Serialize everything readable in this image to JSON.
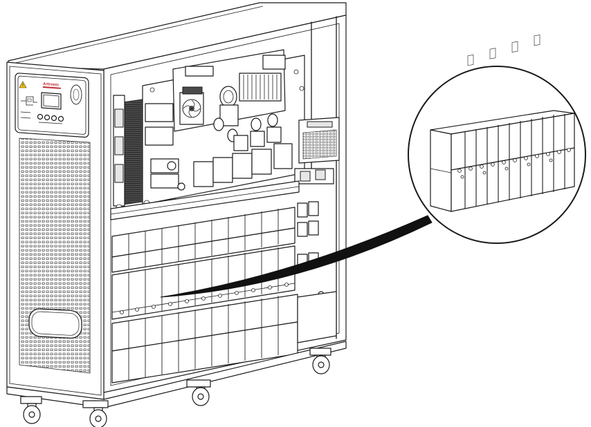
{
  "figure": {
    "brand_logo_text": "Artronic",
    "colors": {
      "line": "#1a1a1a",
      "background": "#ffffff",
      "logo_red": "#c0282d",
      "heatsink": "#4a4a4a",
      "panel_fill": "#e6e6e6"
    },
    "icons": [
      "ups-cabinet",
      "control-panel",
      "lcd-display",
      "battery-bank",
      "magnifier-callout",
      "caster-wheel"
    ]
  }
}
